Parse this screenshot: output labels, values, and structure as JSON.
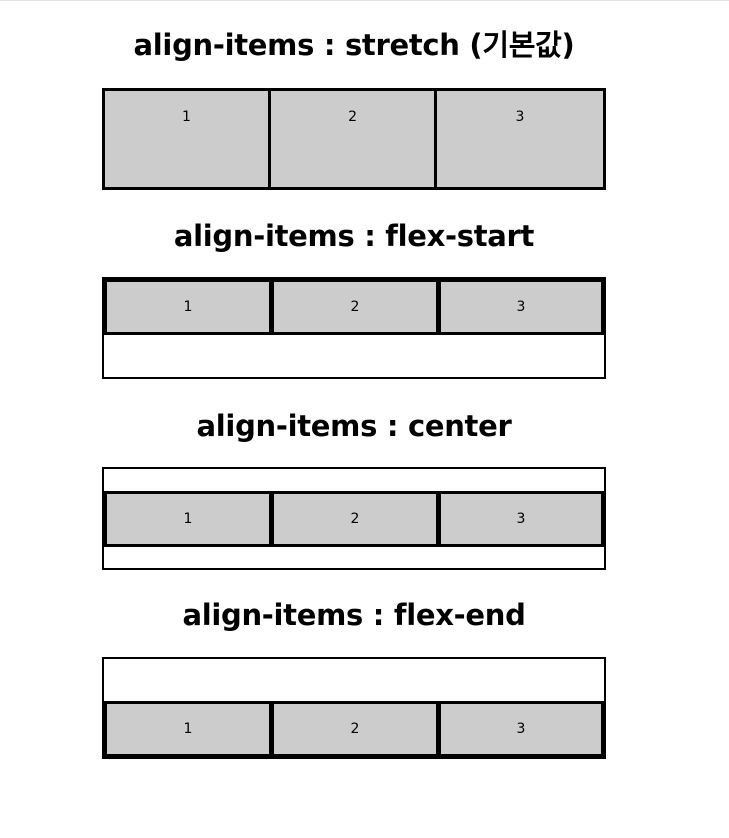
{
  "sections": [
    {
      "title": "align-items : stretch (기본값)",
      "items": [
        "1",
        "2",
        "3"
      ]
    },
    {
      "title": "align-items : flex-start",
      "items": [
        "1",
        "2",
        "3"
      ]
    },
    {
      "title": "align-items : center",
      "items": [
        "1",
        "2",
        "3"
      ]
    },
    {
      "title": "align-items : flex-end",
      "items": [
        "1",
        "2",
        "3"
      ]
    }
  ],
  "colors": {
    "item_background": "#cccccc",
    "border": "#000000",
    "page_background": "#ffffff"
  }
}
